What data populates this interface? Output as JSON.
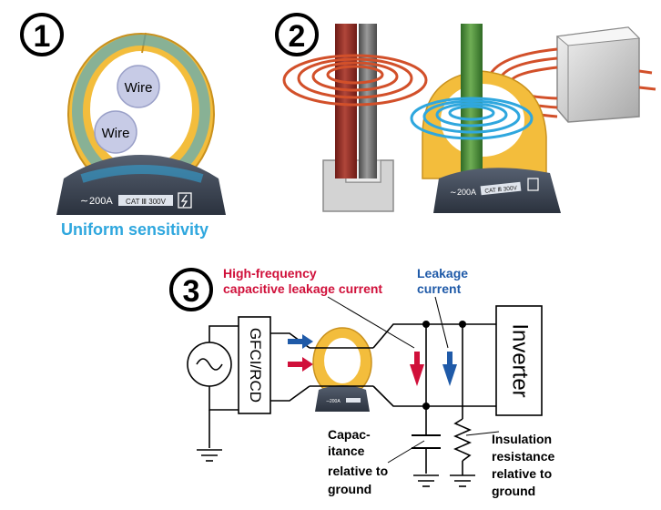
{
  "colors": {
    "clamp_yellow": "#f3bd3c",
    "clamp_dark": "#3c4452",
    "sensitivity_blue": "#2fa7de",
    "field_orange": "#d2502a",
    "wire_red": "#8d2a22",
    "wire_gray": "#6f6f6f",
    "wire_green": "#4f8f3a",
    "arrow_red": "#d0103a",
    "arrow_blue": "#1f5aa8"
  },
  "panel1": {
    "number": "①",
    "wire_label_1": "Wire",
    "wire_label_2": "Wire",
    "clamp_rating": "200A",
    "cat_badge": "CAT Ⅲ 300V",
    "caption": "Uniform sensitivity"
  },
  "panel2": {
    "number": "②",
    "clamp_rating": "200A",
    "cat_badge": "CAT Ⅲ 300V"
  },
  "panel3": {
    "number": "③",
    "hf_label_line1": "High-frequency",
    "hf_label_line2": "capacitive leakage current",
    "leak_label_line1": "Leakage",
    "leak_label_line2": "current",
    "gfci_label": "GFCI/RCD",
    "inverter_label": "Inverter",
    "clamp_rating": "200A",
    "cap_label": [
      "Capac-",
      "itance",
      "relative to",
      "ground"
    ],
    "res_label": [
      "Insulation",
      "resistance",
      "relative to",
      "ground"
    ]
  }
}
